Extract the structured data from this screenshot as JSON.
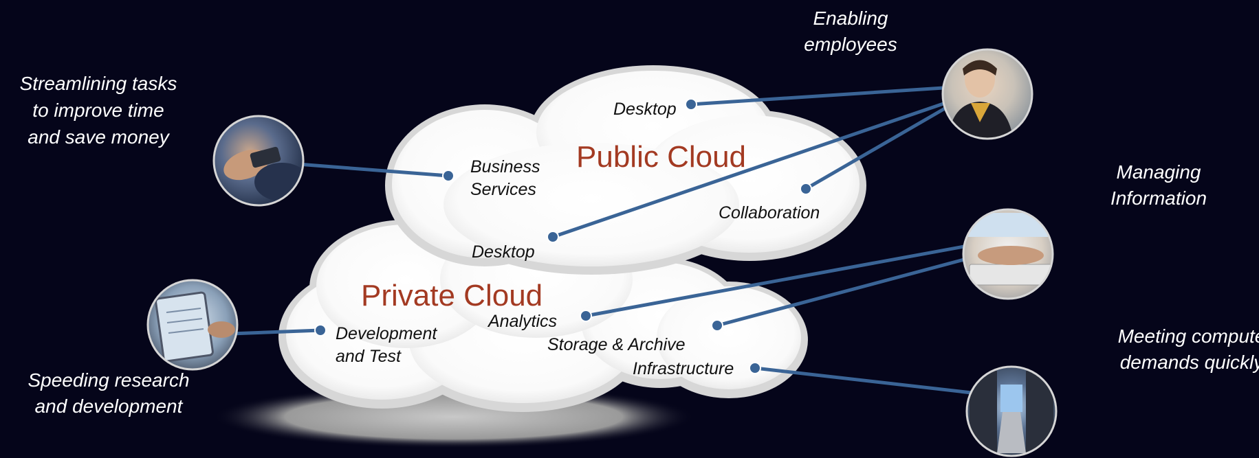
{
  "clouds": {
    "public": {
      "title": "Public Cloud"
    },
    "private": {
      "title": "Private Cloud"
    }
  },
  "public_items": {
    "desktop": "Desktop",
    "business_services": [
      "Business",
      "Services"
    ],
    "collaboration": "Collaboration",
    "desktop_lower": "Desktop"
  },
  "private_items": {
    "development_test": [
      "Development",
      "and Test"
    ],
    "analytics": "Analytics",
    "storage_archive": "Storage & Archive",
    "infrastructure": "Infrastructure"
  },
  "outer_labels": {
    "streamlining": [
      "Streamlining tasks",
      "to improve time",
      "and save money"
    ],
    "enabling": [
      "Enabling",
      "employees"
    ],
    "managing": [
      "Managing",
      "Information"
    ],
    "speeding": [
      "Speeding research",
      "and development"
    ],
    "meeting": [
      "Meeting compute",
      "demands quickly"
    ]
  },
  "photos": [
    {
      "name": "photo-smartphone-hands",
      "subject": "hands holding smartphone"
    },
    {
      "name": "photo-employee",
      "subject": "employee"
    },
    {
      "name": "photo-keyboard",
      "subject": "hands typing on keyboard"
    },
    {
      "name": "photo-tablet",
      "subject": "tablet"
    },
    {
      "name": "photo-datacenter",
      "subject": "data center server aisle"
    }
  ],
  "colors": {
    "background": "#05051a",
    "cloud_title": "#a33a22",
    "connector": "#3a6496",
    "outer_text": "#ffffff"
  }
}
